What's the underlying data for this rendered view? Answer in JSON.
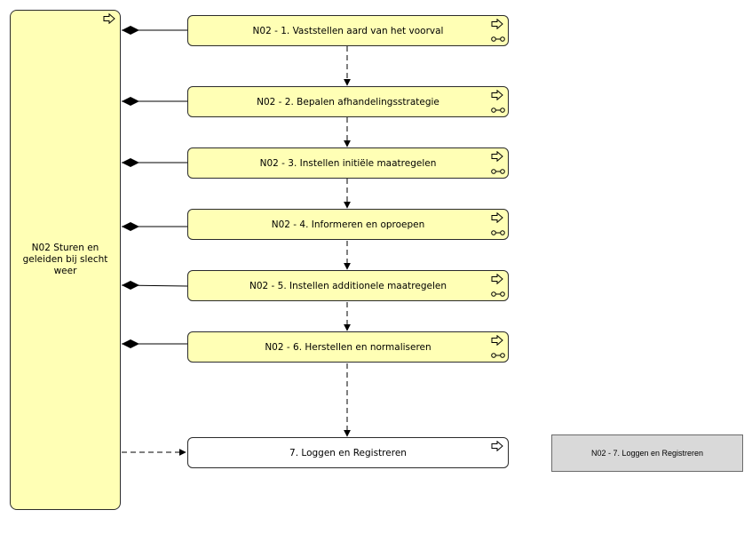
{
  "diagram": {
    "parent": {
      "label": "N02 Sturen en geleiden bij slecht weer"
    },
    "steps": [
      {
        "label": "N02 - 1. Vaststellen aard van het voorval"
      },
      {
        "label": "N02 - 2. Bepalen afhandelingsstrategie"
      },
      {
        "label": "N02 - 3. Instellen initiële maatregelen"
      },
      {
        "label": "N02 - 4. Informeren en oproepen"
      },
      {
        "label": "N02 - 5. Instellen additionele maatregelen"
      },
      {
        "label": "N02 - 6. Herstellen en normaliseren"
      },
      {
        "label": "7. Loggen en Registreren"
      }
    ],
    "note": {
      "label": "N02 - 7. Loggen en Registreren"
    },
    "colors": {
      "step_fill": "#ffffb5",
      "last_step_fill": "#ffffff",
      "note_fill": "#d9d9d9",
      "line": "#000000"
    }
  }
}
